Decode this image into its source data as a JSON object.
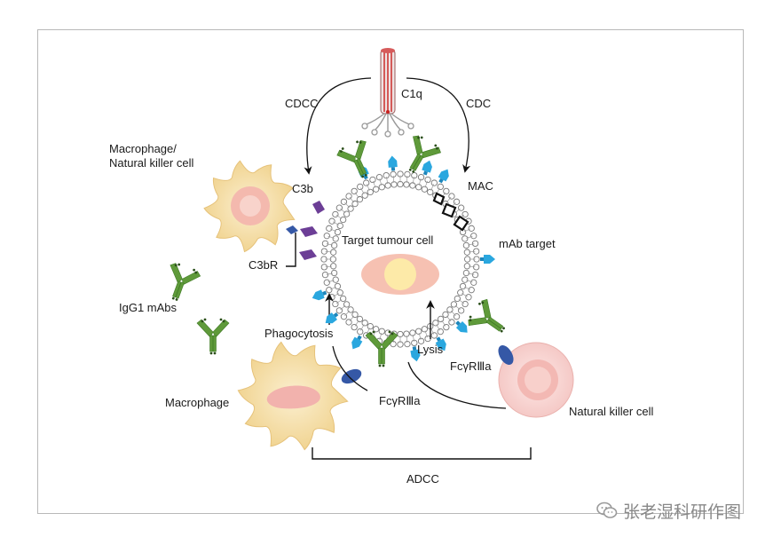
{
  "diagram": {
    "labels": {
      "c1q": "C1q",
      "cdcc": "CDCC",
      "cdc": "CDC",
      "macrophage_nk": "Macrophage/\nNatural killer cell",
      "c3b": "C3b",
      "mac": "MAC",
      "target_tumour_cell": "Target tumour cell",
      "mab_target": "mAb target",
      "c3br": "C3bR",
      "igg1_mabs": "IgG1 mAbs",
      "phagocytosis": "Phagocytosis",
      "lysis": "Lysis",
      "fcyr_right": "FcγRⅢa",
      "fcyr_bottom": "FcγRⅢa",
      "macrophage": "Macrophage",
      "natural_killer_cell": "Natural killer cell",
      "adcc": "ADCC"
    },
    "colors": {
      "antibody": "#5f9a3a",
      "antibody_dark": "#3f7a25",
      "antigen": "#2aa7df",
      "c3b": "#6c3e96",
      "receptor": "#3558a6",
      "macrophage_body": "#f6dfa8",
      "tumour_nucleus": "#f5c4b0",
      "nk_body": "#f7d2d0",
      "c1q_red": "#c8201e"
    }
  },
  "watermark": {
    "text": "张老湿科研作图",
    "icon": "wechat-icon"
  }
}
